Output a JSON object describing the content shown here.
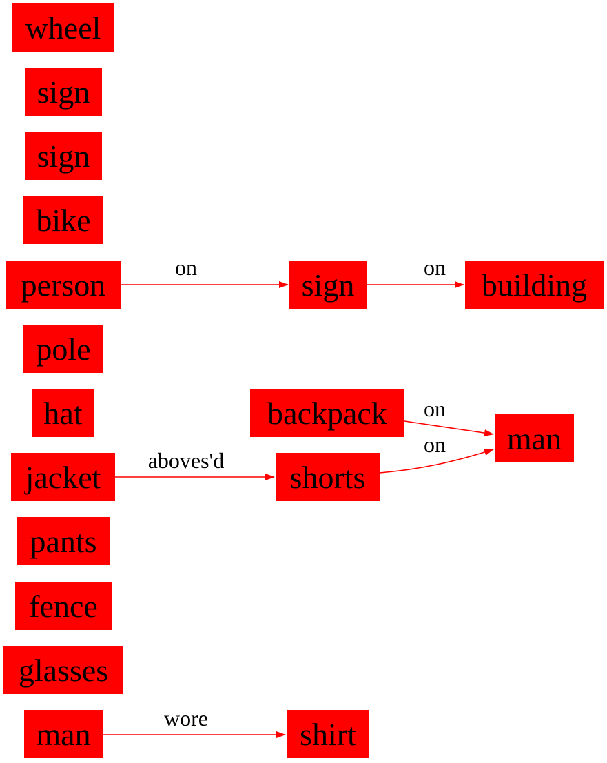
{
  "colors": {
    "node_fill": "#ff0000",
    "edge": "#ff0000",
    "text": "#000000",
    "background": "#ffffff"
  },
  "nodes": [
    {
      "id": "wheel",
      "label": "wheel"
    },
    {
      "id": "sign1",
      "label": "sign"
    },
    {
      "id": "sign2",
      "label": "sign"
    },
    {
      "id": "bike",
      "label": "bike"
    },
    {
      "id": "person",
      "label": "person"
    },
    {
      "id": "pole",
      "label": "pole"
    },
    {
      "id": "hat",
      "label": "hat"
    },
    {
      "id": "jacket",
      "label": "jacket"
    },
    {
      "id": "pants",
      "label": "pants"
    },
    {
      "id": "fence",
      "label": "fence"
    },
    {
      "id": "glasses",
      "label": "glasses"
    },
    {
      "id": "man1",
      "label": "man"
    },
    {
      "id": "sign3",
      "label": "sign"
    },
    {
      "id": "building",
      "label": "building"
    },
    {
      "id": "backpack",
      "label": "backpack"
    },
    {
      "id": "shorts",
      "label": "shorts"
    },
    {
      "id": "man2",
      "label": "man"
    },
    {
      "id": "shirt",
      "label": "shirt"
    }
  ],
  "edges": [
    {
      "id": "e1",
      "from": "person",
      "to": "sign3",
      "label": "on"
    },
    {
      "id": "e2",
      "from": "sign3",
      "to": "building",
      "label": "on"
    },
    {
      "id": "e3",
      "from": "backpack",
      "to": "man2",
      "label": "on"
    },
    {
      "id": "e4",
      "from": "shorts",
      "to": "man2",
      "label": "on"
    },
    {
      "id": "e5",
      "from": "jacket",
      "to": "shorts",
      "label": "aboves'd"
    },
    {
      "id": "e6",
      "from": "man1",
      "to": "shirt",
      "label": "wore"
    }
  ]
}
